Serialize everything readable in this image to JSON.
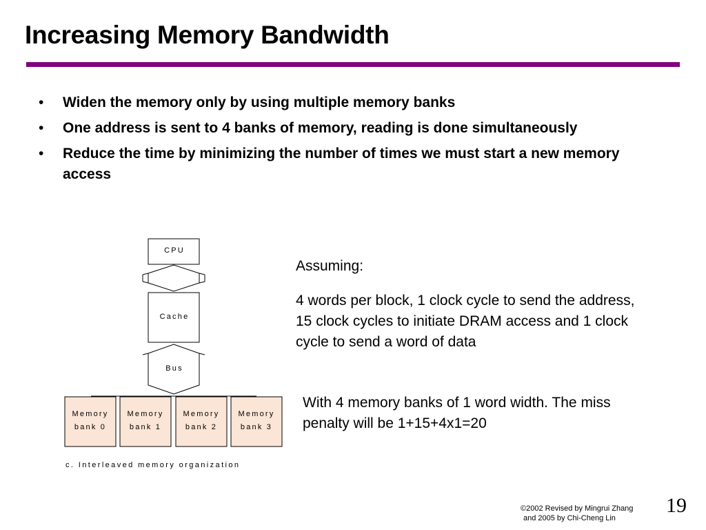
{
  "slide": {
    "title": "Increasing Memory Bandwidth",
    "accent_color": "#800080",
    "bullets": [
      "Widen the memory only by using multiple memory banks",
      "One address is sent to 4 banks of memory, reading is done simultaneously",
      "Reduce the time by minimizing the number of times we must start a new memory access"
    ],
    "bullet_glyph": "•"
  },
  "diagram": {
    "cpu_label": "CPU",
    "cache_label": "Cache",
    "bus_label": "Bus",
    "banks": [
      {
        "line1": "Memory",
        "line2": "bank 0"
      },
      {
        "line1": "Memory",
        "line2": "bank 1"
      },
      {
        "line1": "Memory",
        "line2": "bank 2"
      },
      {
        "line1": "Memory",
        "line2": "bank 3"
      }
    ],
    "bank_fill": "#fbe5d6",
    "caption": "c. Interleaved memory organization"
  },
  "assumption": {
    "heading": "Assuming:",
    "body": "4 words per block, 1 clock cycle to send the address, 15 clock cycles to initiate DRAM access and 1 clock cycle to send a word of data",
    "result": "With 4 memory banks of 1 word width. The miss penalty will be 1+15+4x1=20"
  },
  "footer": {
    "copyright_line1": "©2002 Revised by Mingrui Zhang",
    "copyright_line2": "and 2005 by Chi-Cheng Lin",
    "page_number": "19"
  }
}
